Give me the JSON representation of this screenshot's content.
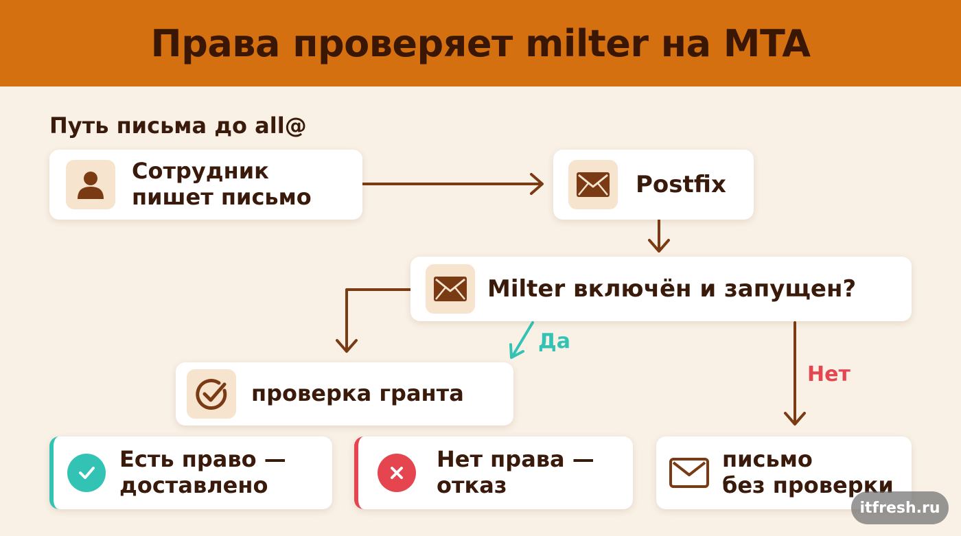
{
  "header": {
    "title": "Права проверяет milter на MTA"
  },
  "subtitle": "Путь письма до all@",
  "nodes": {
    "employee": {
      "line1": "Сотрудник",
      "line2": "пишет письмо",
      "icon": "person-icon"
    },
    "postfix": {
      "label": "Postfix",
      "icon": "envelope-icon"
    },
    "milter": {
      "label": "Milter включён и запущен?",
      "icon": "envelope-icon"
    },
    "grant_check": {
      "label": "проверка гранта",
      "icon": "check-circle-icon"
    },
    "allowed": {
      "line1": "Есть право —",
      "line2": "доставлено",
      "icon": "check-icon"
    },
    "denied": {
      "line1": "Нет права —",
      "line2": "отказ",
      "icon": "cross-icon"
    },
    "unchecked": {
      "line1": "письмо",
      "line2": "без проверки",
      "icon": "envelope-outline-icon"
    }
  },
  "branches": {
    "yes": "Да",
    "no": "Нет"
  },
  "watermark": "itfresh.ru",
  "colors": {
    "header": "#d4700f",
    "background": "#f9f1e6",
    "arrow": "#7a3a14",
    "yes": "#33c3b4",
    "no": "#e5454f",
    "text": "#3a1b0b"
  }
}
